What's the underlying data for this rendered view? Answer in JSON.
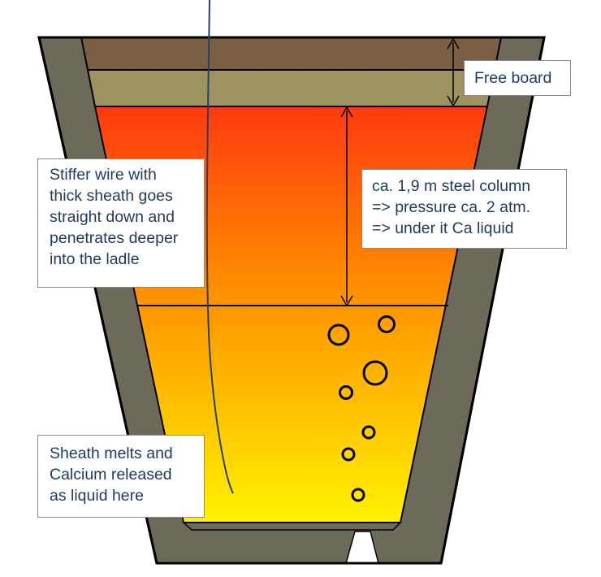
{
  "diagram": {
    "colors": {
      "wall": "#6e6a5a",
      "wall_stroke": "#000000",
      "slag_dark": "#7a5f45",
      "slag_light": "#9e9260",
      "steel_top": "#ff3a10",
      "steel_mid": "#ff8c00",
      "steel_bottom": "#fff200",
      "wire": "#2b3f63",
      "outline": "#000000",
      "callout_text": "#1f3a5f"
    },
    "labels": {
      "freeboard": [
        "Free board"
      ],
      "column": [
        "ca. 1,9 m steel column",
        "=> pressure ca. 2 atm.",
        "=> under it Ca liquid"
      ],
      "stiffer": [
        "Stiffer wire with",
        "thick sheath goes",
        "straight down and",
        "penetrates deeper",
        "into the ladle"
      ],
      "sheath": [
        "Sheath melts and",
        "Calcium released",
        "as liquid here"
      ]
    }
  }
}
